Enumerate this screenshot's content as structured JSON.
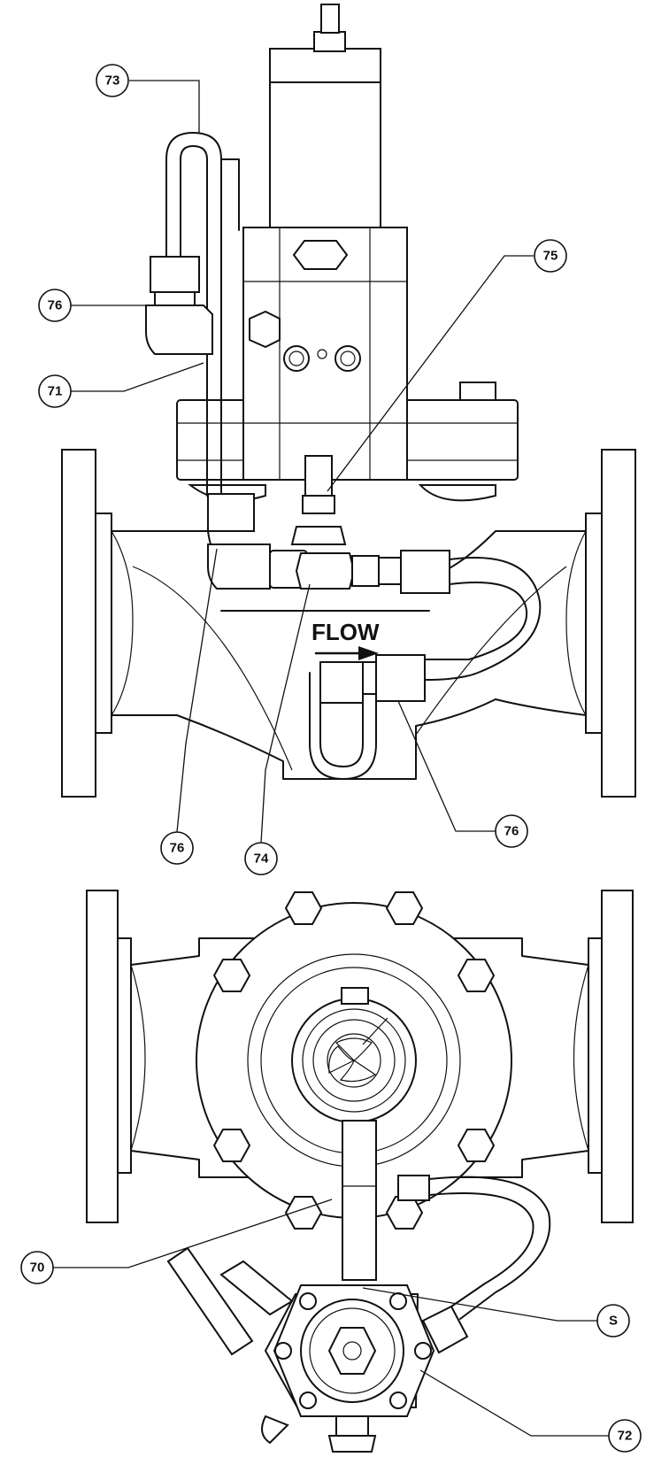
{
  "callouts": {
    "c73": "73",
    "c76_top": "76",
    "c71": "71",
    "c75": "75",
    "c76_bottom_left": "76",
    "c74": "74",
    "c76_bottom_right": "76",
    "c70": "70",
    "c_s": "S",
    "c72": "72"
  },
  "flow_label": "FLOW"
}
